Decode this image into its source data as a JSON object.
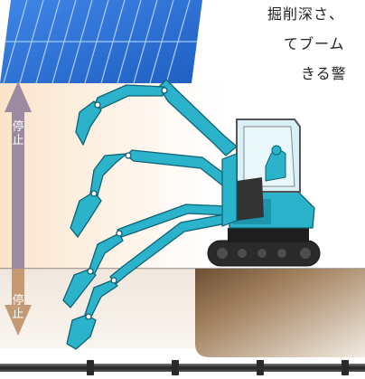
{
  "caption": {
    "lines": [
      "掘削深さ、",
      "てブーム",
      "きる警"
    ]
  },
  "up_arrow": {
    "label": "停止",
    "color": "#9c8aa0"
  },
  "down_arrow": {
    "label": "停止",
    "color": "#c49a74"
  },
  "colors": {
    "excavator": "#2bb3cc",
    "excavator_dark": "#137e93",
    "track": "#222222",
    "soil": "#a8896a",
    "ceiling_glow": "#fbe7cf",
    "pipe": "#333333",
    "solar_panel": "#2a72d8"
  },
  "icons": {
    "solar_panel": "solar-panel-icon",
    "excavator": "excavator-icon",
    "pipe": "pipe-icon"
  }
}
